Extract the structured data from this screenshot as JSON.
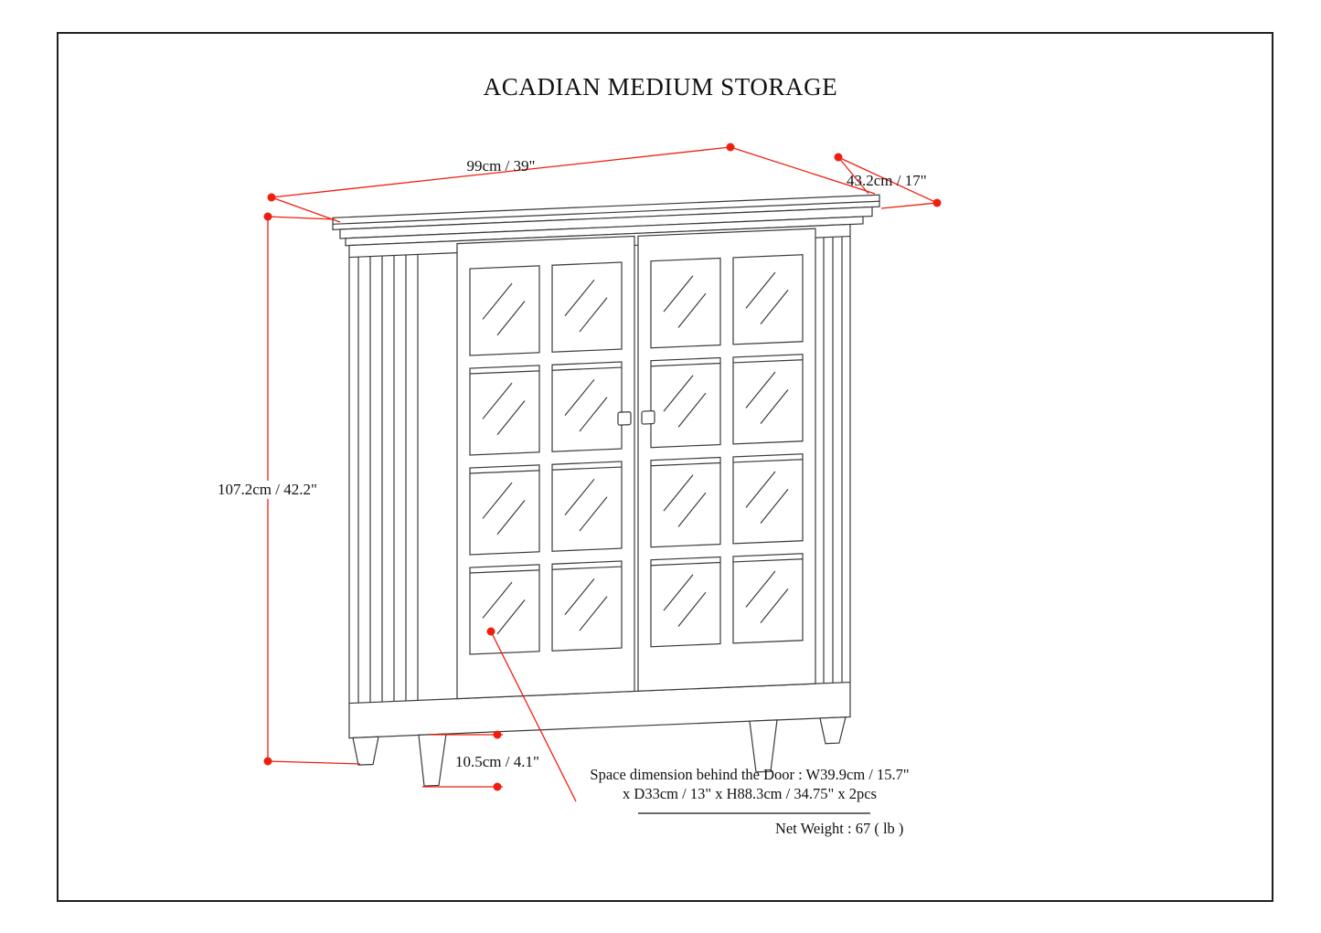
{
  "page": {
    "title": "ACADIAN MEDIUM STORAGE"
  },
  "annotations": {
    "width": "99cm / 39\"",
    "depth": "43.2cm / 17\"",
    "height": "107.2cm / 42.2\"",
    "leg": "10.5cm / 4.1\"",
    "space_line1": "Space dimension behind the Door : W39.9cm / 15.7\"",
    "space_line2": "x D33cm / 13\" x H88.3cm / 34.75\" x 2pcs",
    "net_weight": "Net Weight : 67 ( lb )"
  },
  "colors": {
    "dimension_red": "#f01e0f",
    "drawing_line": "#3a3a3a"
  }
}
